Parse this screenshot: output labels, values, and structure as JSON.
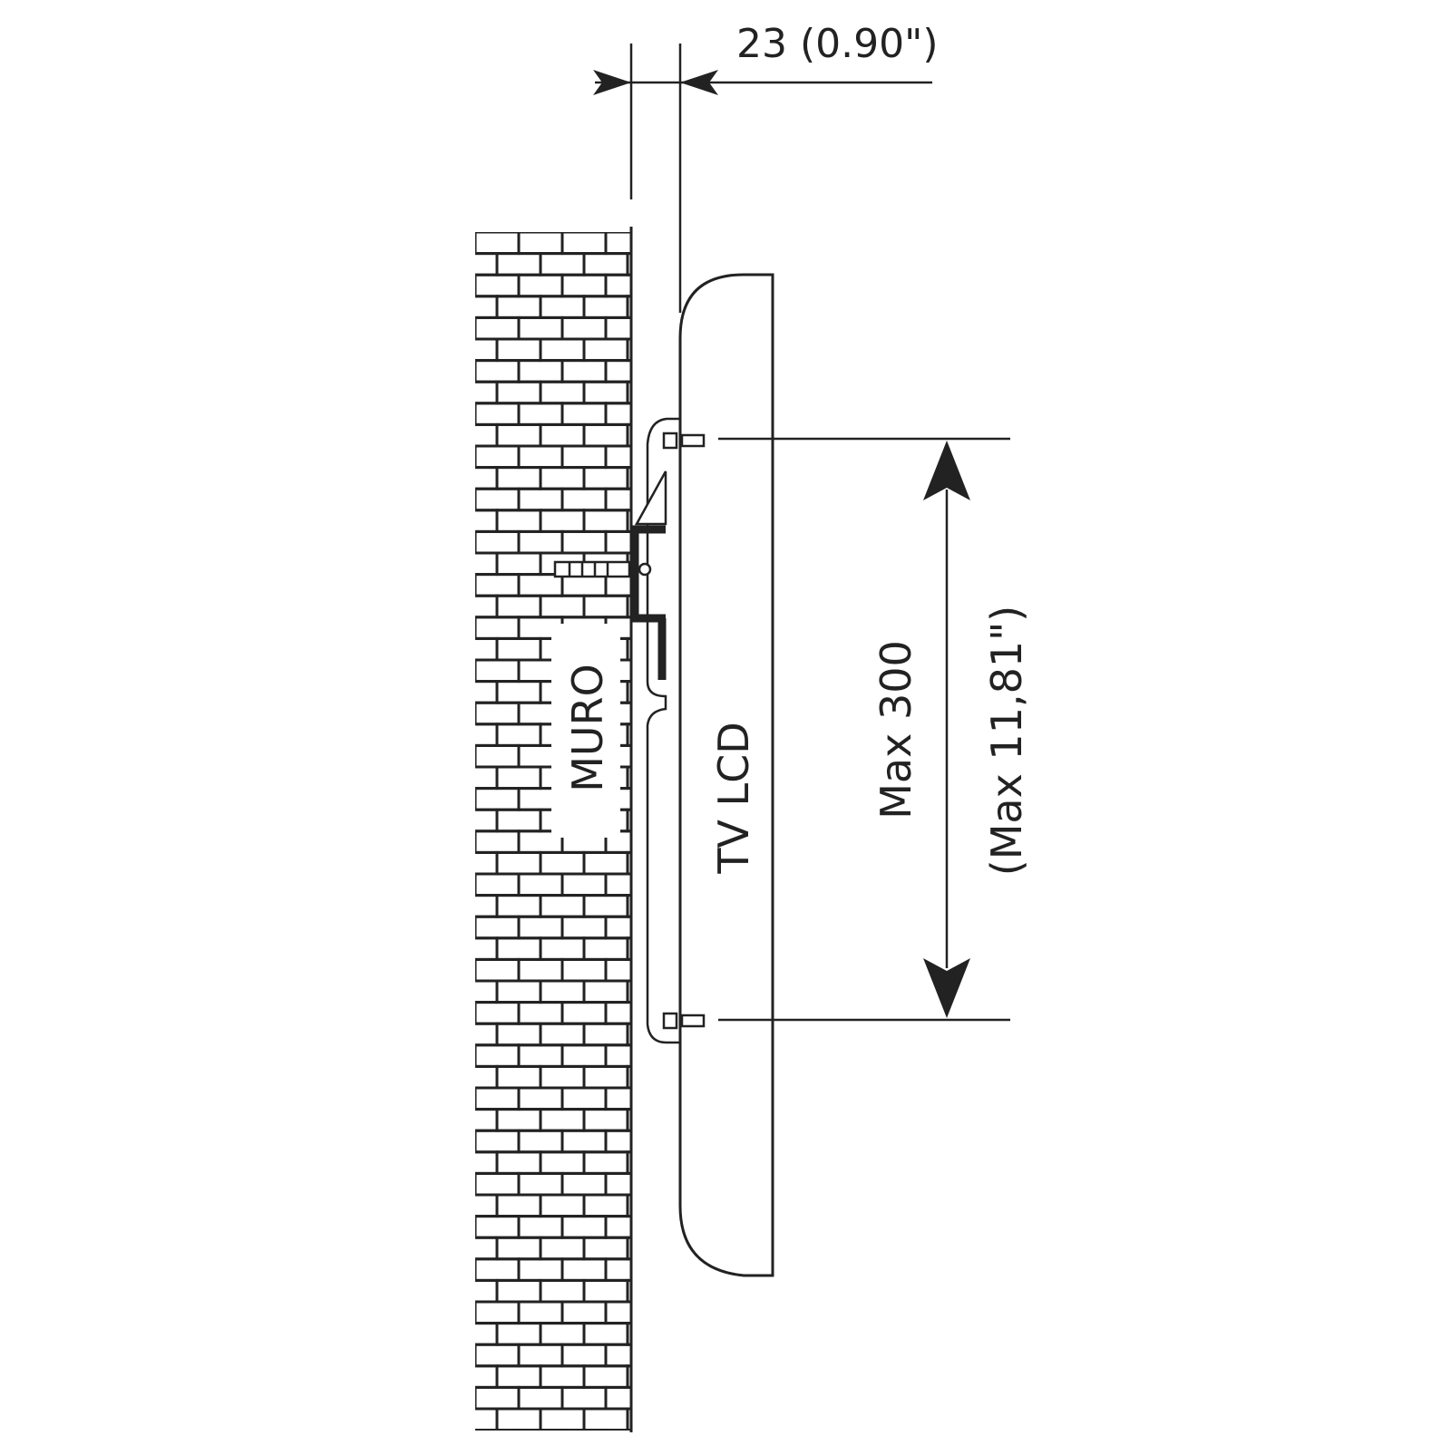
{
  "labels": {
    "depth_dimension": "23 (0.90\")",
    "wall": "MURO",
    "tv": "TV LCD",
    "vesa_max_mm": "Max 300",
    "vesa_max_in": "(Max 11,81\")"
  },
  "colors": {
    "line": "#222222",
    "background": "#ffffff"
  }
}
